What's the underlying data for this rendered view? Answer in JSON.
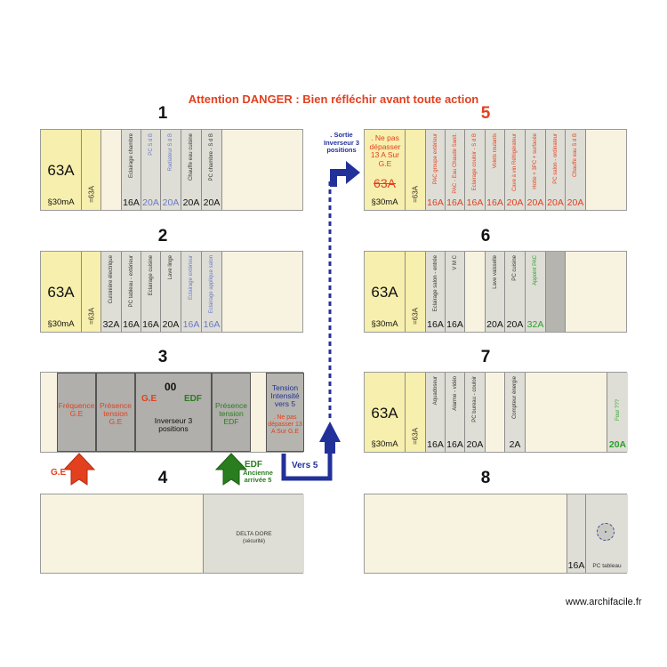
{
  "header": {
    "danger": "Attention DANGER :  Bien réfléchir avant toute action"
  },
  "row_numbers": [
    "1",
    "2",
    "3",
    "4",
    "5",
    "6",
    "7",
    "8"
  ],
  "main_breaker": {
    "amp": "63A",
    "diff": "§30mA",
    "small": "=63A"
  },
  "row1": {
    "modules": [
      {
        "label": "Eclairage chambre",
        "amp": "16A",
        "color": "gray"
      },
      {
        "label": "PC S d B",
        "amp": "20A",
        "color": "blue"
      },
      {
        "label": "Radiateur S d B",
        "amp": "20A",
        "color": "blue"
      },
      {
        "label": "Chauffe eau cuisine",
        "amp": "20A",
        "color": "gray"
      },
      {
        "label": "PC chambre - S d B",
        "amp": "20A",
        "color": "gray"
      }
    ]
  },
  "row2": {
    "modules": [
      {
        "label": "Cuisinière électrique",
        "amp": "32A",
        "color": "gray"
      },
      {
        "label": "PC tableau - extérieur",
        "amp": "16A",
        "color": "gray"
      },
      {
        "label": "Eclairage cuisine",
        "amp": "16A",
        "color": "gray"
      },
      {
        "label": "Lave linge",
        "amp": "20A",
        "color": "gray"
      },
      {
        "label": "Eclairage extérieur",
        "amp": "16A",
        "color": "blue"
      },
      {
        "label": "Eclairage applique salon",
        "amp": "16A",
        "color": "blue"
      }
    ]
  },
  "row3": {
    "freq": "Fréquence G.E",
    "presence_ge": "Présence tension G.E",
    "inverter_num": "00",
    "inverter_ge": "G.E",
    "inverter_edf": "EDF",
    "inverter_label": "Inverseur 3 positions",
    "presence_edf": "Présence tension EDF",
    "tension_label": "Tension Intensité vers 5",
    "tension_note": ". Ne pas dépasser 13 A Sur G.E"
  },
  "arrows": {
    "ge": "G.E",
    "edf": "EDF",
    "edf_sub": "Ancienne arrivée 5",
    "vers5": "Vers 5",
    "sortie": ". Sortie Inverseur 3 positions"
  },
  "row4": {
    "delta_label": "DELTA DORE",
    "delta_sub": "(sécurité)"
  },
  "row5": {
    "note": ". Ne pas dépasser 13 A Sur G.E",
    "struck": "63A",
    "modules": [
      {
        "label": "PAC groupe extérieur",
        "amp": "16A"
      },
      {
        "label": "PAC - Eau Chaude Sanit.",
        "amp": "16A"
      },
      {
        "label": "Eclairage couloir - S d B",
        "amp": "16A"
      },
      {
        "label": "Volets roulants",
        "amp": "16A"
      },
      {
        "label": "Cave à vin Réfrigérateur",
        "amp": "20A"
      },
      {
        "label": "Hotte + 3PC + surfacée",
        "amp": "20A"
      },
      {
        "label": "PC salon - ordinateur",
        "amp": "20A"
      },
      {
        "label": "Chauffe eau S d B",
        "amp": "20A"
      }
    ]
  },
  "row6": {
    "modules": [
      {
        "label": "Eclairage salon - entrée",
        "amp": "16A",
        "color": "gray"
      },
      {
        "label": "V M C",
        "amp": "16A",
        "color": "gray"
      },
      {
        "label": "",
        "amp": "",
        "color": "gray"
      },
      {
        "label": "Lave vaisselle",
        "amp": "20A",
        "color": "gray"
      },
      {
        "label": "PC cuisine",
        "amp": "20A",
        "color": "gray"
      },
      {
        "label": "Appoint PAC",
        "amp": "32A",
        "color": "green"
      }
    ]
  },
  "row7": {
    "modules": [
      {
        "label": "Aquadoseur",
        "amp": "16A"
      },
      {
        "label": "Alarme - vidéo",
        "amp": "16A"
      },
      {
        "label": "PC bureau - couloir",
        "amp": "20A"
      },
      {
        "label": "Compteur énergie",
        "amp": "2A"
      }
    ],
    "four": {
      "label": "Four ???",
      "amp": "20A"
    }
  },
  "row8": {
    "amp": "16A",
    "pc": "PC tableau"
  },
  "footer": {
    "site": "www.archifacile.fr"
  },
  "colors": {
    "red": "#e3401f",
    "blue": "#22319a",
    "green": "#2a7d1f",
    "yellow": "#f7efad",
    "gray": "#deded6"
  }
}
